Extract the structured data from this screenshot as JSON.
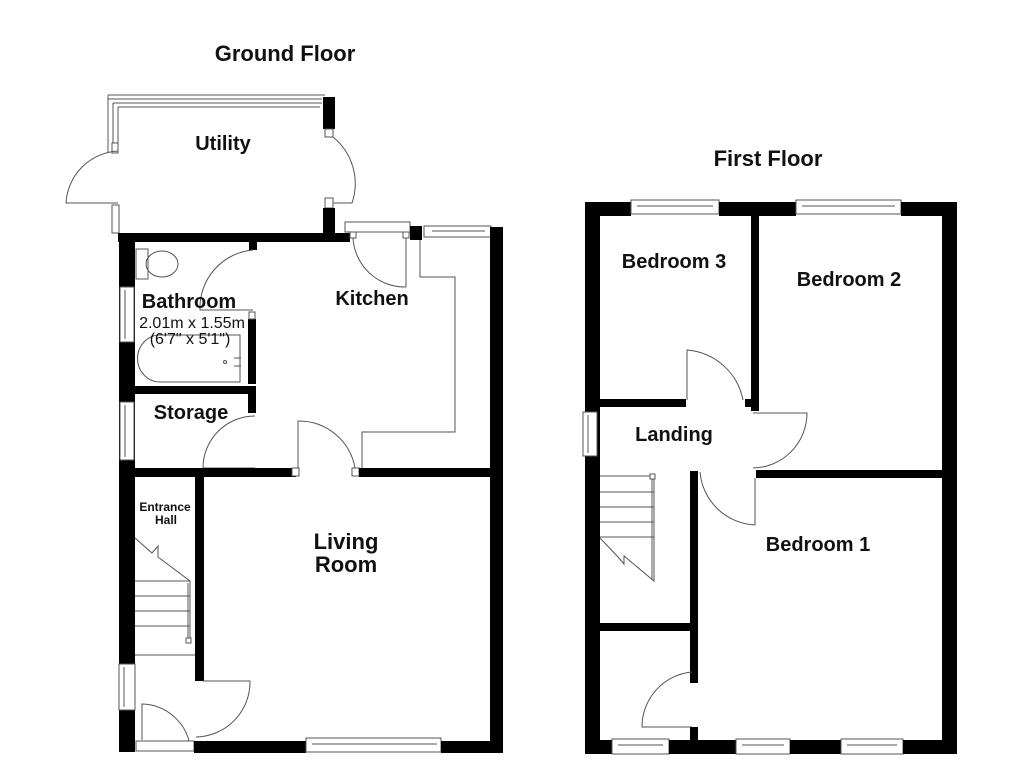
{
  "floors": [
    {
      "title": "Ground Floor",
      "rooms": [
        {
          "name": "Utility"
        },
        {
          "name": "Bathroom",
          "dimensions_metric": "2.01m x 1.55m",
          "dimensions_imperial": "(6'7\" x 5'1\")"
        },
        {
          "name": "Kitchen"
        },
        {
          "name": "Storage"
        },
        {
          "name": "Entrance Hall",
          "lines": [
            "Entrance",
            "Hall"
          ]
        },
        {
          "name": "Living Room",
          "lines": [
            "Living",
            "Room"
          ]
        }
      ]
    },
    {
      "title": "First Floor",
      "rooms": [
        {
          "name": "Bedroom 3"
        },
        {
          "name": "Bedroom 2"
        },
        {
          "name": "Landing"
        },
        {
          "name": "Bedroom 1"
        }
      ]
    }
  ],
  "colors": {
    "wall": "#000000",
    "background": "#ffffff",
    "fixture_line": "#555555"
  }
}
